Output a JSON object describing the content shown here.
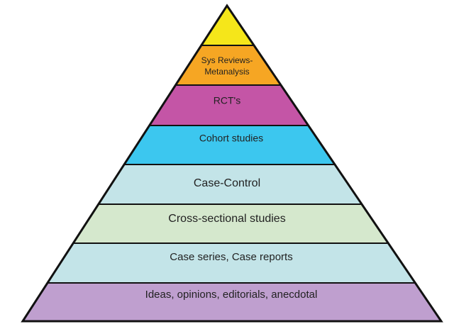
{
  "title": "Hierarchy of evidence pyramid",
  "levels": [
    {
      "label": "",
      "color": "#f5e61a"
    },
    {
      "label": "Sys Reviews-\nMetanalysis",
      "line1": "Sys Reviews-",
      "line2": "Metanalysis",
      "color": "#f6a623"
    },
    {
      "label": "RCT's",
      "color": "#c455a6"
    },
    {
      "label": "Cohort studies",
      "color": "#3cc7ef"
    },
    {
      "label": "Case-Control",
      "color": "#c3e4e8"
    },
    {
      "label": "Cross-sectional studies",
      "color": "#d5e8cd"
    },
    {
      "label": "Case series, Case reports",
      "color": "#c3e4e8"
    },
    {
      "label": "Ideas, opinions, editorials, anecdotal",
      "color": "#bf9fcf"
    }
  ],
  "outline_color": "#111111"
}
